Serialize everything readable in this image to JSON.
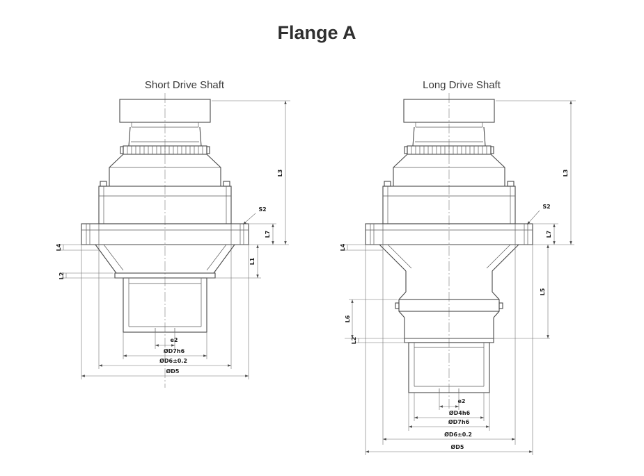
{
  "page": {
    "title": "Flange A"
  },
  "short": {
    "label": "Short Drive Shaft",
    "dims": {
      "l3": "L3",
      "s2": "S2",
      "l7": "L7",
      "l1": "L1",
      "l4": "L4",
      "l2": "L2",
      "e2": "e2",
      "d7": "ØD7h6",
      "d6": "ØD6±0.2",
      "d5": "ØD5"
    }
  },
  "long": {
    "label": "Long Drive Shaft",
    "dims": {
      "l3": "L3",
      "s2": "S2",
      "l7": "L7",
      "l5": "L5",
      "l4": "L4",
      "l6": "L6",
      "l2": "L2",
      "e2": "e2",
      "d4": "ØD4h6",
      "d7": "ØD7h6",
      "d6": "ØD6±0.2",
      "d5": "ØD5"
    }
  }
}
